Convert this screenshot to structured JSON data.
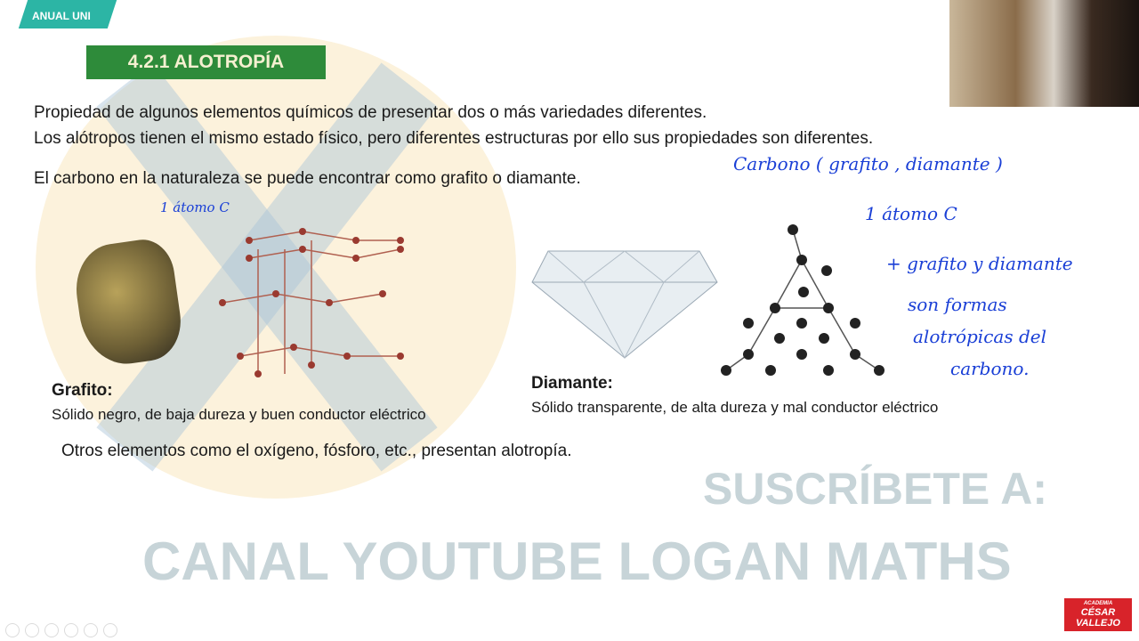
{
  "header": {
    "course_tag": "ANUAL UNI",
    "section_title": "4.2.1  ALOTROPÍA"
  },
  "body": {
    "line1": "Propiedad de algunos elementos químicos de presentar dos o más variedades diferentes.",
    "line2": "Los alótropos tienen el mismo estado físico, pero diferentes estructuras por ello sus propiedades son diferentes.",
    "line3": "El carbono en la naturaleza se puede encontrar como grafito o diamante.",
    "grafito_label": "Grafito:",
    "grafito_desc": "Sólido negro, de baja dureza y buen conductor eléctrico",
    "diamante_label": "Diamante:",
    "diamante_desc": "Sólido transparente, de alta dureza y mal conductor eléctrico",
    "footer_line": "Otros elementos como el oxígeno, fósforo, etc., presentan alotropía."
  },
  "annotations": {
    "carbono": "Carbono ( grafito , diamante )",
    "atomo_grafito": "1 átomo C",
    "atomo_diamante": "1 átomo C",
    "note1": "+ grafito y diamante",
    "note2": "son formas",
    "note3": "alotrópicas del",
    "note4": "carbono."
  },
  "watermark": {
    "line1": "SUSCRÍBETE A:",
    "line2": "CANAL YOUTUBE LOGAN MATHS"
  },
  "logo": {
    "text": "CÉSAR VALLEJO",
    "subtitle": "ACADEMIA"
  },
  "colors": {
    "title_bg": "#2e8b3a",
    "tag_bg": "#2cb5a5",
    "ink": "#1a3fd6",
    "logo": "#d8232a"
  }
}
